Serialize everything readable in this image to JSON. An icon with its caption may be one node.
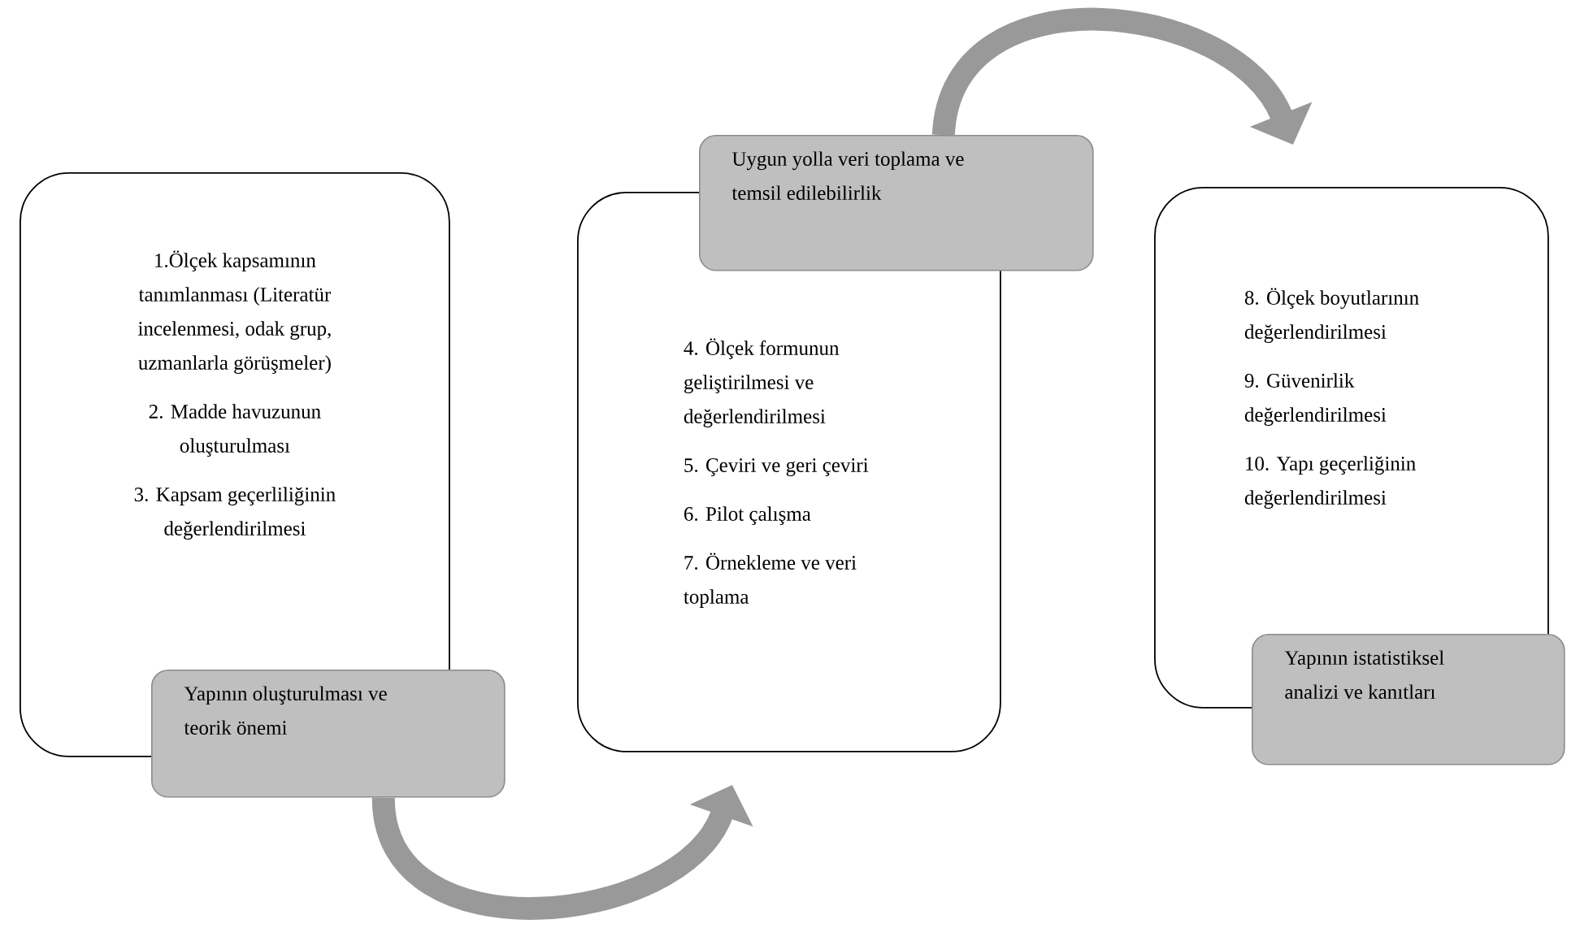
{
  "diagram": {
    "nodes": [
      {
        "text": [
          "1.Ölçek kapsamının tanımlanması (Literatür incelenmesi, odak grup, uzmanlarla görüşmeler)",
          "2. Madde havuzunun oluşturulması",
          "3. Kapsam geçerliliğinin değerlendirilmesi"
        ]
      },
      {
        "text": [
          "Yapının oluşturulması ve teorik önemi"
        ]
      },
      {
        "text": [
          "4. Ölçek formunun geliştirilmesi ve değerlendirilmesi",
          "5. Çeviri ve geri çeviri",
          "6. Pilot çalışma",
          "7. Örnekleme ve veri toplama"
        ]
      },
      {
        "text": [
          "Uygun yolla veri toplama ve temsil edilebilirlik"
        ]
      },
      {
        "text": [
          "8. Ölçek boyutlarının değerlendirilmesi",
          "9. Güvenirlik değerlendirilmesi",
          "10. Yapı geçerliğinin değerlendirilmesi"
        ]
      },
      {
        "text": [
          "Yapının istatistiksel analizi ve kanıtları"
        ]
      }
    ],
    "edges": [
      {
        "from": 1,
        "to": 2,
        "arrow": "to"
      },
      {
        "from": 3,
        "to": 4,
        "arrow": "to"
      }
    ]
  }
}
